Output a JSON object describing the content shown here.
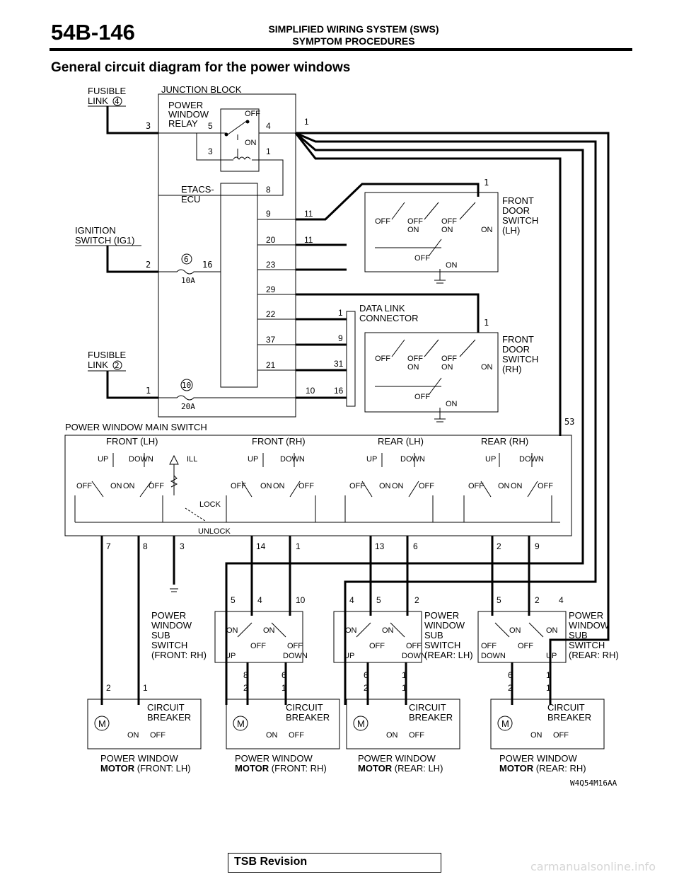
{
  "header": {
    "section_code": "54B-146",
    "title_line1": "SIMPLIFIED WIRING SYSTEM (SWS)",
    "title_line2": "SYMPTOM PROCEDURES"
  },
  "section_title": "General circuit diagram for the power windows",
  "diagram": {
    "fusible_link_4": [
      "FUSIBLE",
      "LINK"
    ],
    "fusible_link_4_num": "4",
    "junction_block": "JUNCTION BLOCK",
    "power_window_relay": [
      "POWER",
      "WINDOW",
      "RELAY"
    ],
    "etacs_ecu": [
      "ETACS-",
      "ECU"
    ],
    "ignition_switch": [
      "IGNITION",
      "SWITCH (IG1)"
    ],
    "fuse_6_num": "6",
    "fuse_6_rating": "10A",
    "fusible_link_2": [
      "FUSIBLE",
      "LINK"
    ],
    "fusible_link_2_num": "2",
    "fuse_10_num": "10",
    "fuse_10_rating": "20A",
    "front_door_switch_lh": [
      "FRONT",
      "DOOR",
      "SWITCH",
      "(LH)"
    ],
    "front_door_switch_rh": [
      "FRONT",
      "DOOR",
      "SWITCH",
      "(RH)"
    ],
    "data_link_connector": [
      "DATA LINK",
      "CONNECTOR"
    ],
    "main_switch": "POWER WINDOW MAIN SWITCH",
    "main_switch_sections": [
      "FRONT (LH)",
      "FRONT (RH)",
      "REAR (LH)",
      "REAR (RH)"
    ],
    "ill": "ILL",
    "lock": "LOCK",
    "unlock": "UNLOCK",
    "up": "UP",
    "down": "DOWN",
    "on": "ON",
    "off": "OFF",
    "sub_front_rh": [
      "POWER",
      "WINDOW",
      "SUB",
      "SWITCH",
      "(FRONT: RH)"
    ],
    "sub_rear_lh": [
      "POWER",
      "WINDOW",
      "SUB",
      "SWITCH",
      "(REAR: LH)"
    ],
    "sub_rear_rh": [
      "POWER",
      "WINDOW",
      "SUB",
      "SWITCH",
      "(REAR: RH)"
    ],
    "circuit_breaker": [
      "CIRCUIT",
      "BREAKER"
    ],
    "motor_symbol": "M",
    "motors": [
      {
        "line1": "POWER  WINDOW",
        "name": "MOTOR",
        "pos": "(FRONT: LH)"
      },
      {
        "line1": "POWER WINDOW",
        "name": "MOTOR",
        "pos": "(FRONT: RH)"
      },
      {
        "line1": "POWER WINDOW",
        "name": "MOTOR",
        "pos": "(REAR: LH)"
      },
      {
        "line1": "POWER  WINDOW",
        "name": "MOTOR",
        "pos": "(REAR: RH)"
      }
    ],
    "pins": {
      "fl4": "3",
      "relay_in": "1",
      "relay5": "5",
      "relay4": "4",
      "relay3": "3",
      "relay1": "1",
      "ecu8": "8",
      "ecu9": "9",
      "jb11a": "11",
      "ecu20": "20",
      "jb11b": "11",
      "ig2": "2",
      "fuse16": "16",
      "ecu23": "23",
      "ecu29": "29",
      "ecu22": "22",
      "ecu37": "37",
      "ecu21": "21",
      "dl1": "1",
      "dl9": "9",
      "dl31": "31",
      "fl2_1": "1",
      "jb10": "10",
      "dl16": "16",
      "fdlh1": "1",
      "fdrh1": "1",
      "ms53": "53",
      "ms_bottom": [
        "7",
        "8",
        "3",
        "14",
        "1",
        "13",
        "6",
        "2",
        "9"
      ],
      "sub_frh_top": [
        "5",
        "4",
        "10"
      ],
      "sub_rlh_top": [
        "4",
        "5",
        "2"
      ],
      "sub_rrh_top": [
        "5",
        "2",
        "4"
      ],
      "sub_frh_bot": [
        "8",
        "6"
      ],
      "sub_rlh_bot": [
        "6",
        "1"
      ],
      "sub_rrh_bot": [
        "6",
        "1"
      ],
      "motor_pins": [
        "2",
        "1"
      ]
    },
    "figure_code": "W4Q54M16AA"
  },
  "footer": {
    "tsb": "TSB Revision"
  },
  "watermark": "carmanualsonline.info"
}
